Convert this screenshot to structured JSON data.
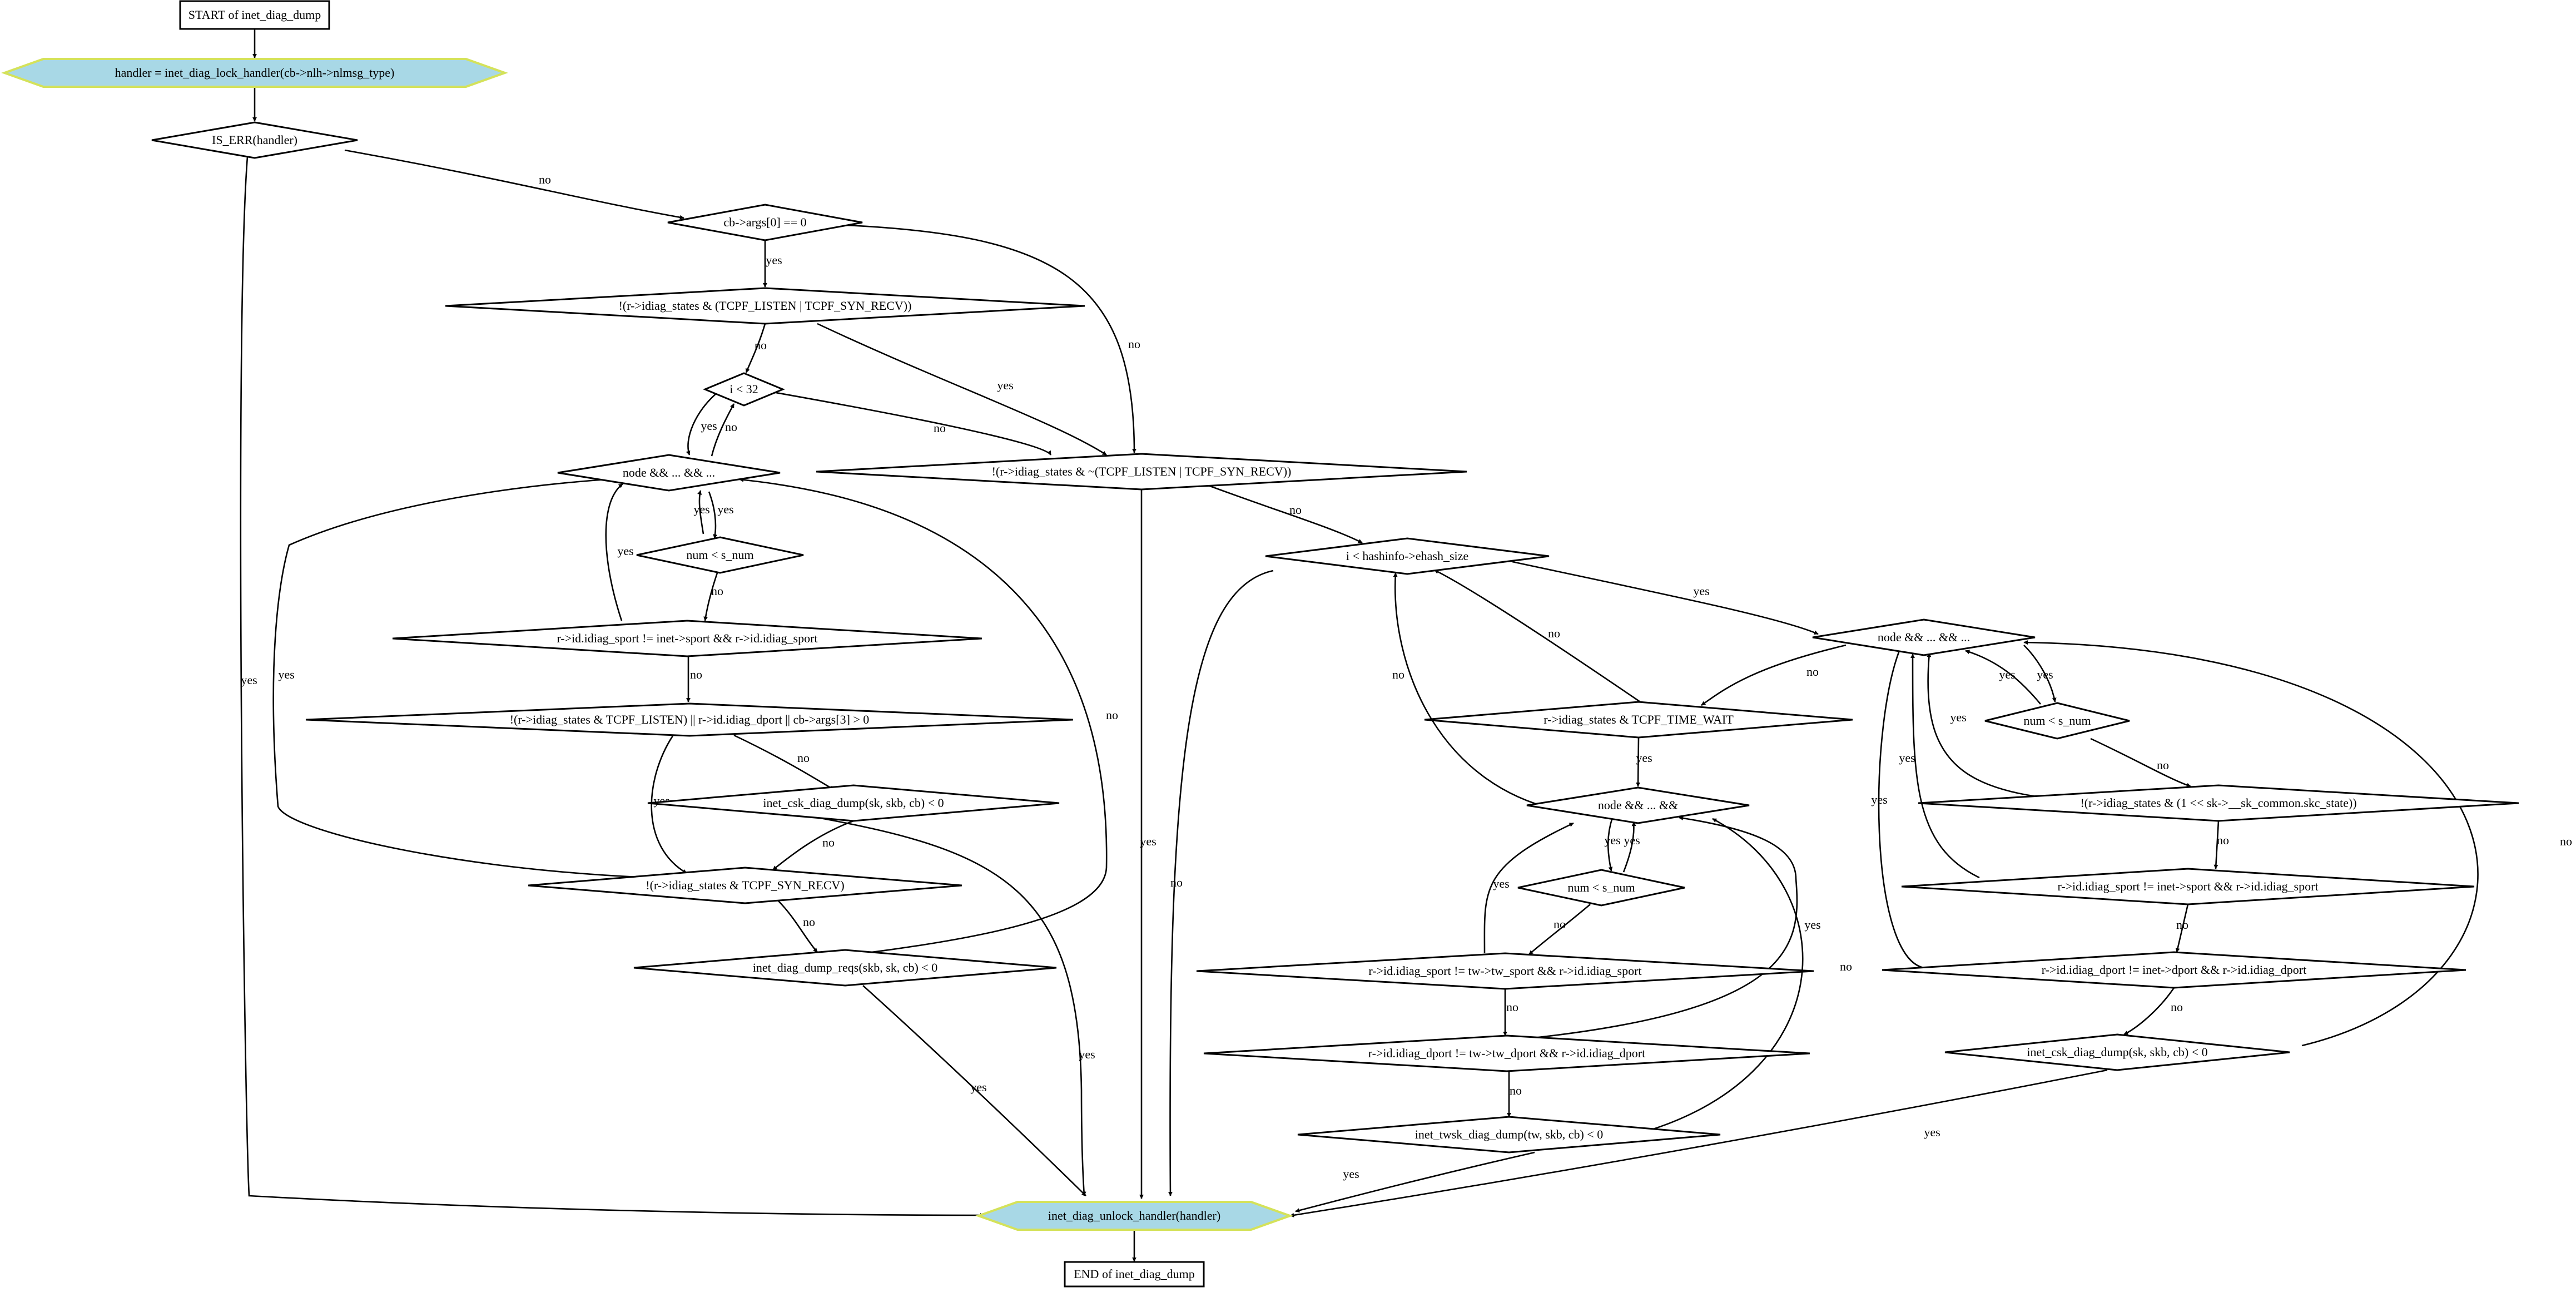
{
  "diagram": {
    "nodes": {
      "start": "START of inet_diag_dump",
      "lock": "handler = inet_diag_lock_handler(cb->nlh->nlmsg_type)",
      "iserr": "IS_ERR(handler)",
      "args0": "cb->args[0] == 0",
      "listen_chk": "!(r->idiag_states & (TCPF_LISTEN | TCPF_SYN_RECV))",
      "i32": "i < 32",
      "node_l": "node && ... && ...",
      "num_l": "num < s_num",
      "sport_l": "r->id.idiag_sport != inet->sport && r->id.idiag_sport",
      "listen2": "!(r->idiag_states & TCPF_LISTEN) || r->id.idiag_dport || cb->args[3] > 0",
      "csk_l": "inet_csk_diag_dump(sk, skb, cb) < 0",
      "synrecv": "!(r->idiag_states & TCPF_SYN_RECV)",
      "dumpreqs": "inet_diag_dump_reqs(skb, sk, cb) < 0",
      "notlisten": "!(r->idiag_states & ~(TCPF_LISTEN | TCPF_SYN_RECV))",
      "ehash": "i < hashinfo->ehash_size",
      "node_m": "node && ... && ...",
      "tw": "r->idiag_states & TCPF_TIME_WAIT",
      "node_tw": "node && ... &&",
      "num_tw": "num < s_num",
      "sport_tw": "r->id.idiag_sport != tw->tw_sport && r->id.idiag_sport",
      "dport_tw": "r->id.idiag_dport != tw->tw_dport && r->id.idiag_dport",
      "twsk": "inet_twsk_diag_dump(tw, skb, cb) < 0",
      "num_r": "num < s_num",
      "states_r": "!(r->idiag_states & (1 << sk->__sk_common.skc_state))",
      "sport_r": "r->id.idiag_sport != inet->sport && r->id.idiag_sport",
      "dport_r": "r->id.idiag_dport != inet->dport && r->id.idiag_dport",
      "csk_r": "inet_csk_diag_dump(sk, skb, cb) < 0",
      "unlock": "inet_diag_unlock_handler(handler)",
      "end": "END of inet_diag_dump"
    },
    "edge_labels": {
      "yes": "yes",
      "no": "no"
    },
    "colors": {
      "hex_fill": "#a8d8e6",
      "hex_stroke": "#d4e25a",
      "line": "#000000"
    }
  }
}
